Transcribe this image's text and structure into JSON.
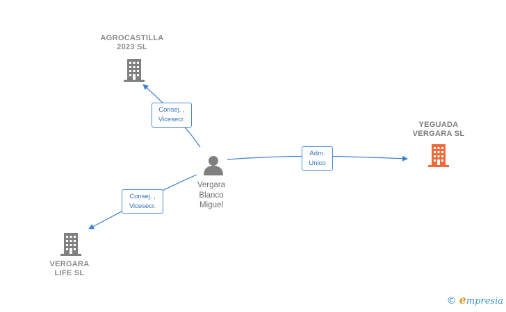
{
  "nodes": {
    "agrocastilla": {
      "name": "AGROCASTILLA\n2023  SL"
    },
    "yeguada": {
      "name": "YEGUADA\nVERGARA  SL"
    },
    "vergara_life": {
      "name": "VERGARA\nLIFE  SL"
    },
    "person": {
      "name": "Vergara\nBlanco\nMiguel"
    }
  },
  "edges": {
    "to_agrocastilla": "Consej. ,\nVicesecr.",
    "to_yeguada": "Adm.\nUnico",
    "to_vergara_life": "Consej. ,\nVicesecr."
  },
  "colors": {
    "company_gray": "#808080",
    "company_highlight": "#f06a3a",
    "edge_blue": "#3b7fd0",
    "person_gray": "#7f7f7f"
  },
  "watermark": {
    "copyright": "©",
    "brand_initial": "e",
    "brand_rest": "mpresia"
  }
}
